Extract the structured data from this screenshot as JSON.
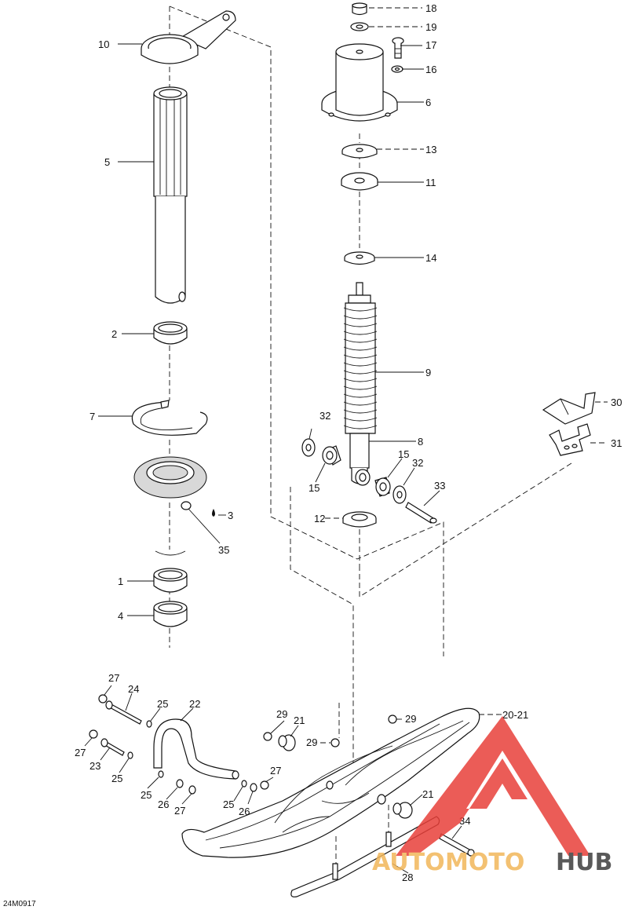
{
  "drawing_ref": "24M0917",
  "watermark": {
    "part1": "AUTO",
    "part2": "MOTO",
    "part3": "HUB",
    "colors": {
      "triangle": "#e8403a",
      "orange": "#f2b75a",
      "dark": "#3d3d3d"
    }
  },
  "callouts": [
    {
      "id": "c10",
      "label": "10"
    },
    {
      "id": "c5",
      "label": "5"
    },
    {
      "id": "c2",
      "label": "2"
    },
    {
      "id": "c7",
      "label": "7"
    },
    {
      "id": "c3",
      "label": "3"
    },
    {
      "id": "c35",
      "label": "35"
    },
    {
      "id": "c1",
      "label": "1"
    },
    {
      "id": "c4",
      "label": "4"
    },
    {
      "id": "c18",
      "label": "18"
    },
    {
      "id": "c19",
      "label": "19"
    },
    {
      "id": "c17",
      "label": "17"
    },
    {
      "id": "c16",
      "label": "16"
    },
    {
      "id": "c6",
      "label": "6"
    },
    {
      "id": "c13",
      "label": "13"
    },
    {
      "id": "c11",
      "label": "11"
    },
    {
      "id": "c14",
      "label": "14"
    },
    {
      "id": "c9",
      "label": "9"
    },
    {
      "id": "c8",
      "label": "8"
    },
    {
      "id": "c32a",
      "label": "32"
    },
    {
      "id": "c15a",
      "label": "15"
    },
    {
      "id": "c15b",
      "label": "15"
    },
    {
      "id": "c32b",
      "label": "32"
    },
    {
      "id": "c33",
      "label": "33"
    },
    {
      "id": "c12",
      "label": "12"
    },
    {
      "id": "c30",
      "label": "30"
    },
    {
      "id": "c31",
      "label": "31"
    },
    {
      "id": "c27a",
      "label": "27"
    },
    {
      "id": "c24",
      "label": "24"
    },
    {
      "id": "c25a",
      "label": "25"
    },
    {
      "id": "c22",
      "label": "22"
    },
    {
      "id": "c27b",
      "label": "27"
    },
    {
      "id": "c23",
      "label": "23"
    },
    {
      "id": "c25b",
      "label": "25"
    },
    {
      "id": "c25c",
      "label": "25"
    },
    {
      "id": "c26a",
      "label": "26"
    },
    {
      "id": "c27c",
      "label": "27"
    },
    {
      "id": "c27d",
      "label": "27"
    },
    {
      "id": "c25d",
      "label": "25"
    },
    {
      "id": "c26b",
      "label": "26"
    },
    {
      "id": "c29a",
      "label": "29"
    },
    {
      "id": "c21a",
      "label": "21"
    },
    {
      "id": "c29b",
      "label": "29"
    },
    {
      "id": "c29c",
      "label": "29"
    },
    {
      "id": "c2021",
      "label": "20-21"
    },
    {
      "id": "c21b",
      "label": "21"
    },
    {
      "id": "c34",
      "label": "34"
    },
    {
      "id": "c28",
      "label": "28"
    }
  ]
}
